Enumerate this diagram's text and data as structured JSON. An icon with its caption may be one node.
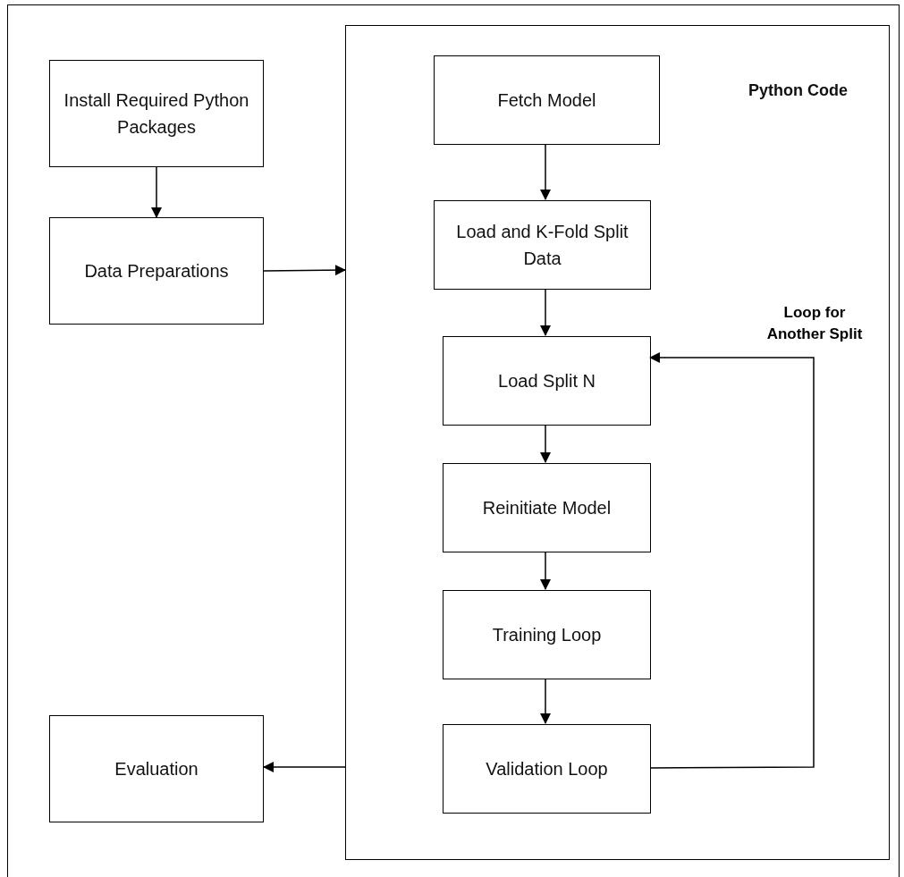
{
  "diagram": {
    "nodes": [
      {
        "text": [
          "Install Required Python Packages"
        ]
      },
      {
        "text": [
          "Data Preparations"
        ]
      },
      {
        "text": [
          "Python Code"
        ]
      },
      {
        "text": [
          "Fetch Model"
        ],
        "in": 2
      },
      {
        "text": [
          "Load and K-Fold Split Data"
        ],
        "in": 2
      },
      {
        "text": [
          "Load Split N"
        ],
        "in": 2
      },
      {
        "text": [
          "Reinitiate Model"
        ],
        "in": 2
      },
      {
        "text": [
          "Training Loop"
        ],
        "in": 2
      },
      {
        "text": [
          "Validation Loop"
        ],
        "in": 2
      },
      {
        "text": [
          "Evaluation"
        ]
      }
    ],
    "edges": [
      {
        "from": 0,
        "to": 1,
        "arrow": "to"
      },
      {
        "from": 1,
        "to": 2,
        "arrow": "to"
      },
      {
        "from": 3,
        "to": 4,
        "arrow": "to"
      },
      {
        "from": 4,
        "to": 5,
        "arrow": "to"
      },
      {
        "from": 5,
        "to": 6,
        "arrow": "to"
      },
      {
        "from": 6,
        "to": 7,
        "arrow": "to"
      },
      {
        "from": 7,
        "to": 8,
        "arrow": "to"
      },
      {
        "from": 8,
        "to": 5,
        "arrow": "to",
        "label": "Loop for Another Split"
      },
      {
        "from": 2,
        "to": 9,
        "arrow": "to"
      }
    ]
  }
}
